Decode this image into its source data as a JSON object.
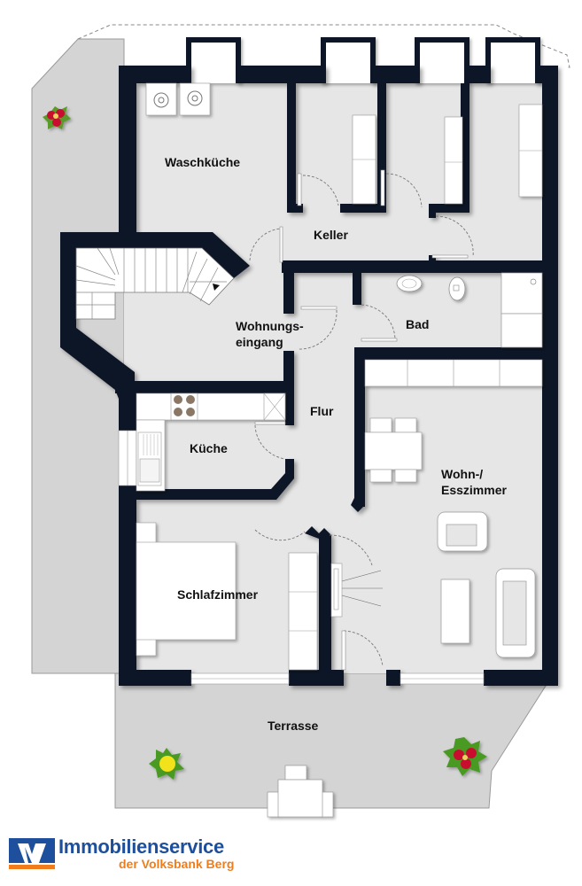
{
  "floorplan": {
    "rooms": [
      {
        "id": "waschkueche",
        "label": "Waschküche"
      },
      {
        "id": "keller",
        "label": "Keller"
      },
      {
        "id": "wohnungseingang",
        "label_line1": "Wohnungs-",
        "label_line2": "eingang"
      },
      {
        "id": "bad",
        "label": "Bad"
      },
      {
        "id": "flur",
        "label": "Flur"
      },
      {
        "id": "kueche",
        "label": "Küche"
      },
      {
        "id": "wohn_esszimmer",
        "label_line1": "Wohn-/",
        "label_line2": "Esszimmer"
      },
      {
        "id": "schlafzimmer",
        "label": "Schlafzimmer"
      },
      {
        "id": "terrasse",
        "label": "Terrasse"
      }
    ],
    "colors": {
      "wall": "#0d1628",
      "floor": "#e6e6e6",
      "outdoor": "#d4d4d4",
      "furniture": "#ffffff"
    }
  },
  "logo": {
    "title": "Immobilienservice",
    "subtitle": "der Volksbank Berg",
    "brand_blue": "#1e4f9c",
    "brand_orange": "#f07d1a"
  }
}
